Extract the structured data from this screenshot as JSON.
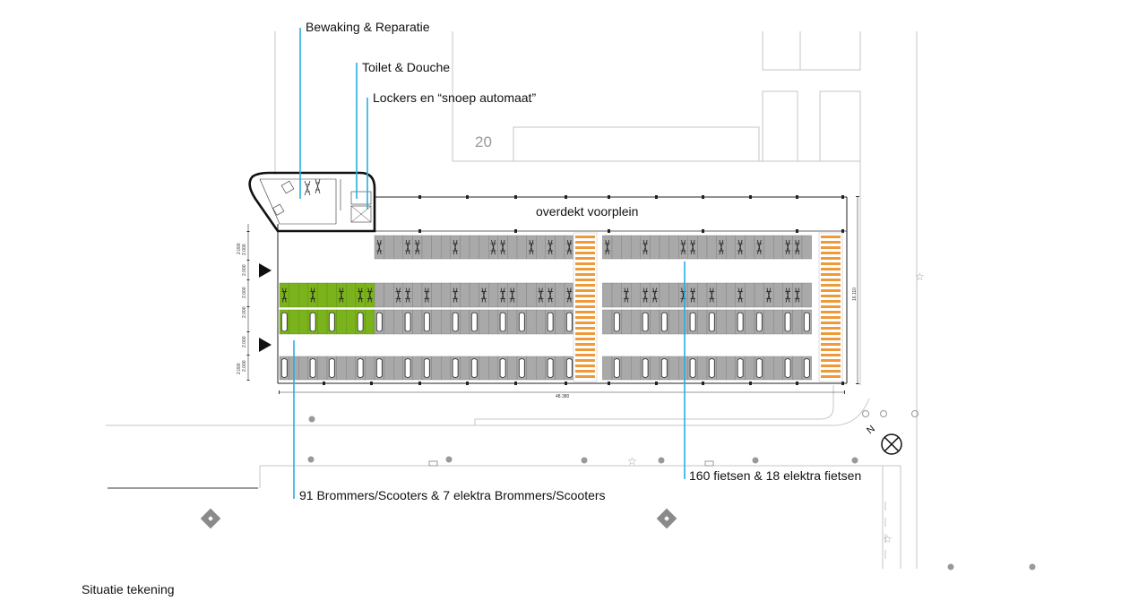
{
  "labels": {
    "bewaking": "Bewaking & Reparatie",
    "toilet": "Toilet & Douche",
    "lockers": "Lockers en “snoep automaat”",
    "voorplein": "overdekt voorplein",
    "fietsen": "160 fietsen & 18 elektra fietsen",
    "brommers": "91 Brommers/Scooters & 7 elektra Brommers/Scooters",
    "plot_number": "20",
    "north": "N"
  },
  "dimensions": {
    "width": "48.380",
    "depth": "16.110",
    "row_dims": [
      "2.000",
      "2.000",
      "2.000",
      "2.000",
      "2.000",
      "2.000",
      "2.000",
      "2.000"
    ]
  },
  "caption": "Situatie tekening",
  "colors": {
    "callout": "#2aaee0",
    "bay": "#a9a9a9",
    "electric_bay": "#7bb31c",
    "crossing": "#ee9a3a"
  },
  "icons": [
    "bicycle-icon",
    "scooter-icon",
    "entrance-arrow-icon",
    "north-arrow-icon",
    "tree-icon"
  ]
}
